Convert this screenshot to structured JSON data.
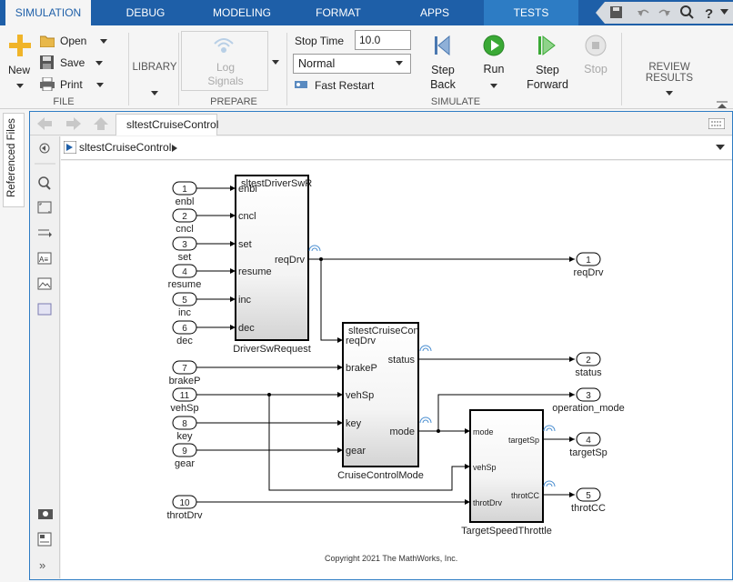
{
  "tabs": [
    "SIMULATION",
    "DEBUG",
    "MODELING",
    "FORMAT",
    "APPS",
    "TESTS"
  ],
  "ribbon": {
    "new": "New",
    "open": "Open",
    "save": "Save",
    "print": "Print",
    "file_group": "FILE",
    "library": "LIBRARY",
    "log_signals": [
      "Log",
      "Signals"
    ],
    "prepare_group": "PREPARE",
    "stop_time_label": "Stop Time",
    "stop_time_value": "10.0",
    "sim_mode": "Normal",
    "fast_restart": "Fast Restart",
    "step_back": [
      "Step",
      "Back"
    ],
    "run": "Run",
    "step_forward": [
      "Step",
      "Forward"
    ],
    "stop": "Stop",
    "simulate_group": "SIMULATE",
    "review_results": "REVIEW RESULTS"
  },
  "referenced_files": "Referenced Files",
  "editor_tab": "sltestCruiseControl",
  "breadcrumb": "sltestCruiseControl",
  "colors": {
    "tabbar": "#1e5fa8",
    "accent": "#2d7cc4",
    "run_green": "#3aa935"
  },
  "model": {
    "inports": [
      {
        "num": "1",
        "name": "enbl"
      },
      {
        "num": "2",
        "name": "cncl"
      },
      {
        "num": "3",
        "name": "set"
      },
      {
        "num": "4",
        "name": "resume"
      },
      {
        "num": "5",
        "name": "inc"
      },
      {
        "num": "6",
        "name": "dec"
      },
      {
        "num": "7",
        "name": "brakeP"
      },
      {
        "num": "11",
        "name": "vehSp"
      },
      {
        "num": "8",
        "name": "key"
      },
      {
        "num": "9",
        "name": "gear"
      },
      {
        "num": "10",
        "name": "throtDrv"
      }
    ],
    "outports": [
      {
        "num": "1",
        "name": "reqDrv"
      },
      {
        "num": "2",
        "name": "status"
      },
      {
        "num": "3",
        "name": "operation_mode"
      },
      {
        "num": "4",
        "name": "targetSp"
      },
      {
        "num": "5",
        "name": "throtCC"
      }
    ],
    "blocks": [
      {
        "name": "DriverSwRequest",
        "ref": "sltestDriverSwR",
        "inputs": [
          "enbl",
          "cncl",
          "set",
          "resume",
          "inc",
          "dec"
        ],
        "outputs": [
          "reqDrv"
        ]
      },
      {
        "name": "CruiseControlMode",
        "ref": "sltestCruiseCon",
        "inputs": [
          "reqDrv",
          "brakeP",
          "vehSp",
          "key",
          "gear"
        ],
        "outputs": [
          "status",
          "mode"
        ]
      },
      {
        "name": "TargetSpeedThrottle",
        "ref": "",
        "inputs": [
          "mode",
          "vehSp",
          "throtDrv"
        ],
        "outputs": [
          "targetSp",
          "throtCC"
        ]
      }
    ],
    "copyright": "Copyright 2021 The MathWorks, Inc."
  }
}
